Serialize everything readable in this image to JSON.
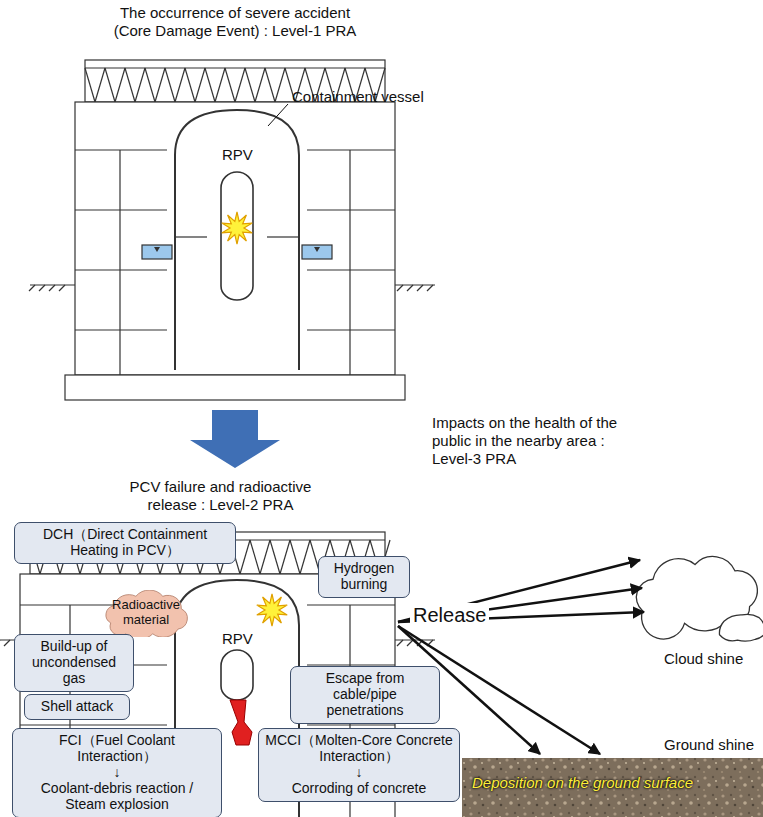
{
  "diagram": {
    "nodes": [
      {
        "text": [
          "DCH（Direct Containment Heating in PCV）"
        ]
      },
      {
        "text": [
          "Hydrogen burning"
        ]
      },
      {
        "text": [
          "Radioactive material"
        ]
      },
      {
        "text": [
          "Build-up of uncondensed gas"
        ]
      },
      {
        "text": [
          "Escape from cable/pipe penetrations"
        ]
      },
      {
        "text": [
          "Shell attack"
        ]
      },
      {
        "text": [
          "FCI（Fuel Coolant Interaction）",
          "↓",
          "Coolant-debris reaction / Steam explosion"
        ]
      },
      {
        "text": [
          "MCCI（Molten-Core Concrete Interaction）",
          "↓",
          "Corroding of concrete"
        ]
      }
    ],
    "labels": [
      "The occurrence of severe accident (Core Damage Event) : Level-1 PRA",
      "RPV",
      "Containment vessel",
      "PCV failure and radioactive release : Level-2 PRA",
      "Impacts on the health of the public in the nearby area : Level-3 PRA",
      "Release",
      "Cloud shine",
      "RPV",
      "Ground shine",
      "Deposition on the ground surface"
    ]
  }
}
